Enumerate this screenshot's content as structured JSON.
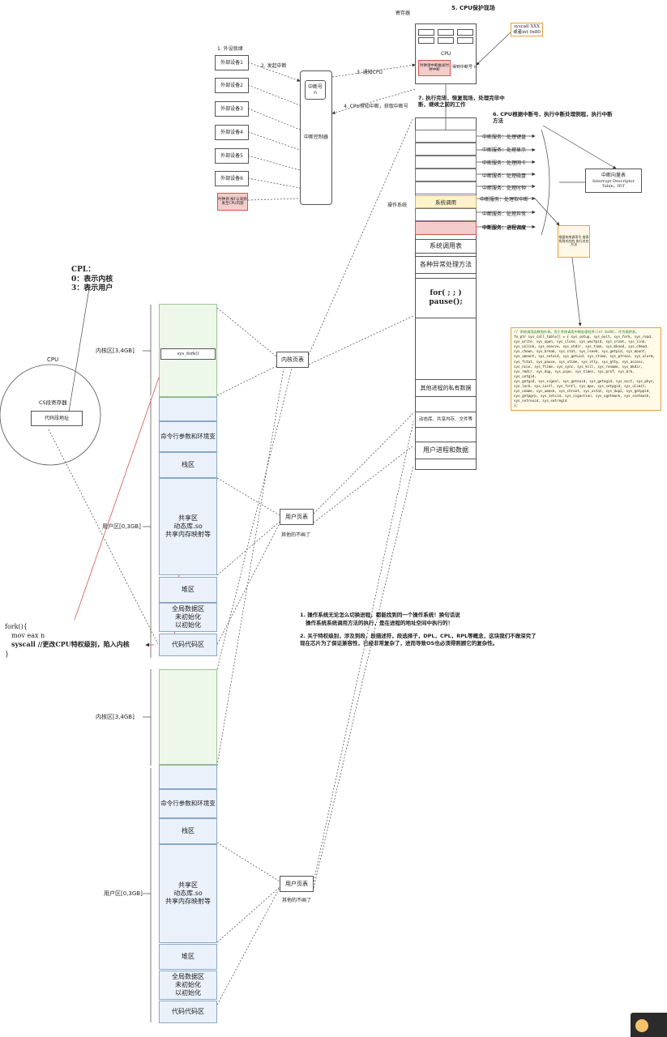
{
  "cpu": {
    "label": "CPU",
    "cs_register": "CS段寄存器",
    "code_segment_addr": "代码段地址",
    "cpl_title": "CPL：",
    "cpl_kernel": "0：表示内核",
    "cpl_user": "3：表示用户"
  },
  "interrupt": {
    "step1": "1. 外设就绪",
    "step2": "2. 发起中断",
    "step3": "3. 通知CPU",
    "step4": "4. CPU得知中断，获取中断号",
    "step5": "5. CPU保护现场",
    "step6": "6. CPU根据中断号，执行中断处理例程，执行中断方法",
    "step7": "7. 执行完毕，恢复现场，处理完毕中断，继续之前的工作",
    "devices": [
      "外部设备1",
      "外部设备2",
      "外部设备3",
      "外部设备4",
      "外部设备5",
      "外部设备6"
    ],
    "timer_source": "时钟源 按F以高频发至CPU内部",
    "controller": "中断控制器",
    "irq_number": "中断号",
    "irq_n": "n",
    "registers_label": "寄存器",
    "cpu_box_label": "CPU",
    "cpu_inner_red": "时钟源中断触发时钟中断",
    "cpu_inner_num": "得到中断号 n",
    "syscall_note_line1": "syscall XXX",
    "syscall_note_line2": "或者int 0x80"
  },
  "idt": {
    "title": "中断向量表",
    "subtitle": "Interrupt Descriptor Table，IDT",
    "services": [
      "中断服务：处理键盘",
      "中断服务：处理显示",
      "中断服务：处理网卡",
      "中断服务：处理磁盘",
      "中断服务：处理时钟",
      "中断服务：处理软中断",
      "中断服务：处理异常",
      "中断服务：进程调度"
    ]
  },
  "os_memory": {
    "os_label": "操作系统",
    "syscall_row": "系统调用",
    "syscall_table": "系统调用表",
    "exception_methods": "各种异常处理方法",
    "loop_line1": "for( ; ; )",
    "loop_line2": "pause();",
    "other_private": "其他进程的私有数据",
    "shared_libs": "动态库、共享内存、文件等",
    "user_proc": "用户进程和数据",
    "softint_note": "根据系统调用号 查表找到对应的 执行对应方法"
  },
  "sys_call_code": {
    "comment": "// 系统调用函数指针表。用于系统调用中断处理程序(int 0x80)，作为跳转表。",
    "lines": [
      "fn_ptr sys_call_table[] = { sys_setup, sys_exit, sys_fork, sys_read,",
      "sys_write, sys_open, sys_close, sys_waitpid, sys_creat, sys_link,",
      "sys_unlink, sys_execve, sys_chdir, sys_time, sys_mknod, sys_chmod,",
      "sys_chown, sys_break, sys_stat, sys_lseek, sys_getpid, sys_mount,",
      "sys_umount, sys_setuid, sys_getuid, sys_stime, sys_ptrace, sys_alarm,",
      "sys_fstat, sys_pause, sys_utime, sys_stty, sys_gtty, sys_access,",
      "sys_nice, sys_ftime, sys_sync, sys_kill, sys_rename, sys_mkdir,",
      "sys_rmdir, sys_dup, sys_pipe, sys_times, sys_prof, sys_brk, sys_setgid,",
      "sys_getgid, sys_signal, sys_geteuid, sys_getegid, sys_acct, sys_phys,",
      "sys_lock, sys_ioctl, sys_fcntl, sys_mpx, sys_setpgid, sys_ulimit,",
      "sys_uname, sys_umask, sys_chroot, sys_ustat, sys_dup2, sys_getppid,",
      "sys_getpgrp, sys_setsid, sys_sigaction, sys_sgetmask, sys_ssetmask,",
      "sys_setreuid, sys_setregid",
      "};"
    ]
  },
  "process1": {
    "kernel_label": "内核区[3,4GB]",
    "user_label": "用户区[0,3GB]",
    "sys_fork": "sys_fork()",
    "cmdline": "命令行参数和环境变",
    "stack": "栈区",
    "shared_line1": "共享区",
    "shared_line2": "动态库.so",
    "shared_line3": "共享内存映射等",
    "heap": "堆区",
    "global_line1": "全局数据区",
    "global_line2": "未初始化",
    "global_line3": "以初始化",
    "code": "代码代码区"
  },
  "process2": {
    "kernel_label": "内核区[3,4GB]",
    "user_label": "用户区[0,3GB]",
    "cmdline": "命令行参数和环境变",
    "stack": "栈区",
    "shared_line1": "共享区",
    "shared_line2": "动态库.so",
    "shared_line3": "共享内存映射等",
    "heap": "堆区",
    "global_line1": "全局数据区",
    "global_line2": "未初始化",
    "global_line3": "以初始化",
    "code": "代码代码区"
  },
  "page_tables": {
    "kernel_pt": "内核页表",
    "user_pt1": "用户页表",
    "user_pt2": "用户页表",
    "others1": "其他的不画了",
    "others2": "其他的不画了"
  },
  "fork_code": {
    "l1": "fork(){",
    "l2": "mov eax n",
    "l3": "syscall //更改CPU特权级别，陷入内核",
    "l4": "}"
  },
  "notes": {
    "n1a": "1. 操作系统无论怎么切换进程，都能找到同一个操作系统！换句话说",
    "n1b": "操作系统系统调用方法的执行，是在进程的地址空间中执行的！",
    "n2a": "2. 关于特权级别，涉及到段，段描述符，段选择子，DPL，CPL，RPL等概念，这块我们不做深究了",
    "n2b": "现在芯片为了保证兼容性，已经非常复杂了，进而导致OS也必须得照顾它的复杂性。"
  },
  "colors": {
    "kernel_fill": "#edf7ea",
    "user_fill": "#eaf1fa",
    "red_line": "#d9534f",
    "syscall_row": "#fff2cc",
    "sched_row": "#f4cccc",
    "code_green": "#2e7d32"
  }
}
